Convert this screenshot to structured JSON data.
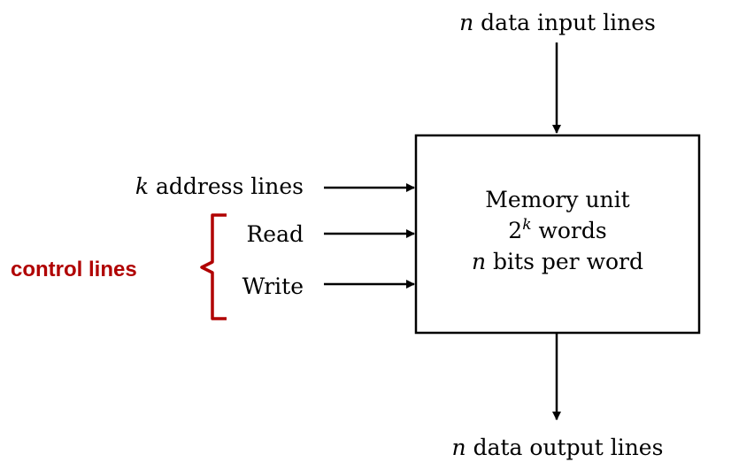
{
  "diagram": {
    "inputs": {
      "data_in": {
        "var": "n",
        "text": " data input lines"
      },
      "address": {
        "var": "k",
        "text": " address lines"
      },
      "read": "Read",
      "write": "Write"
    },
    "outputs": {
      "data_out": {
        "var": "n",
        "text": " data output lines"
      }
    },
    "box": {
      "line1": "Memory unit",
      "line2_base": "2",
      "line2_exp": "k",
      "line2_rest": " words",
      "line3_var": "n",
      "line3_rest": " bits per word"
    },
    "annotation": {
      "label": "control lines",
      "color": "#b00000"
    }
  }
}
